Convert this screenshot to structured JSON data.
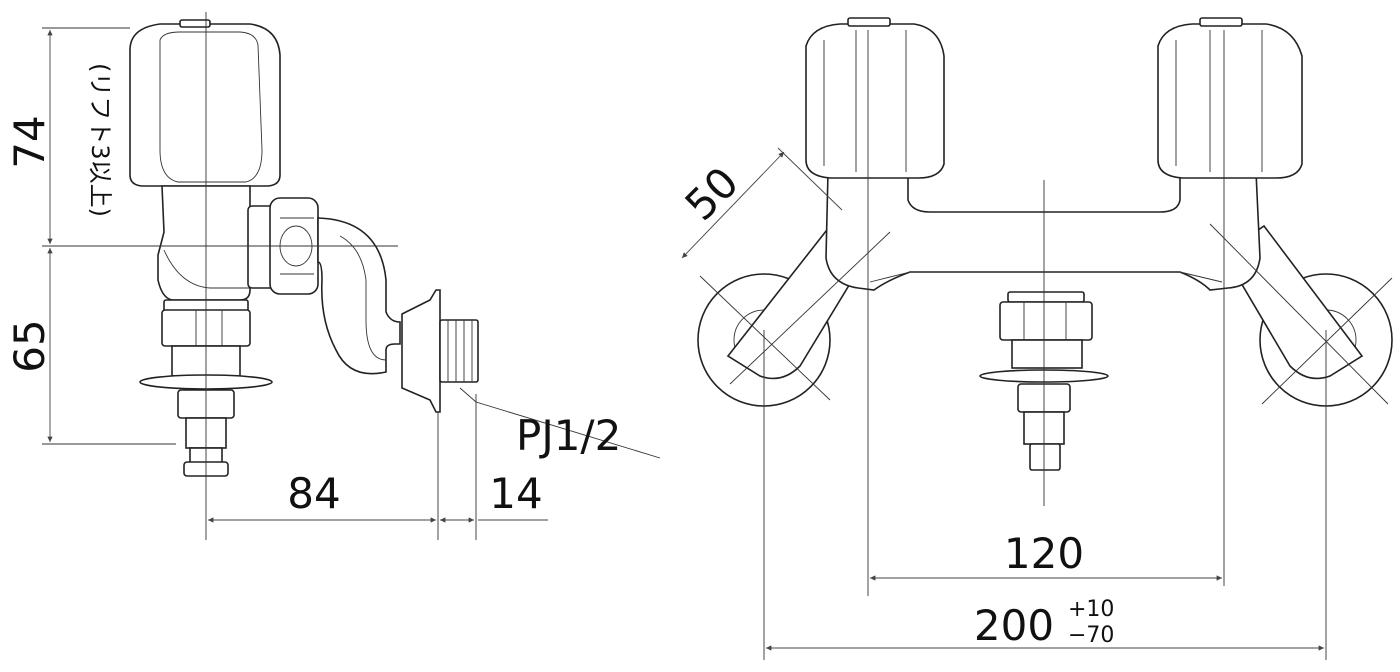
{
  "side_view": {
    "dim_height_top": "74",
    "dim_height_top_note": "(リフト3以上)",
    "dim_height_bottom": "65",
    "dim_width": "84",
    "dim_flange": "14",
    "thread_label": "PJ1/2"
  },
  "front_view": {
    "dim_angle": "50",
    "dim_handle_pitch": "120",
    "dim_mount_pitch": "200",
    "tolerance_plus": "+10",
    "tolerance_minus": "−70"
  }
}
